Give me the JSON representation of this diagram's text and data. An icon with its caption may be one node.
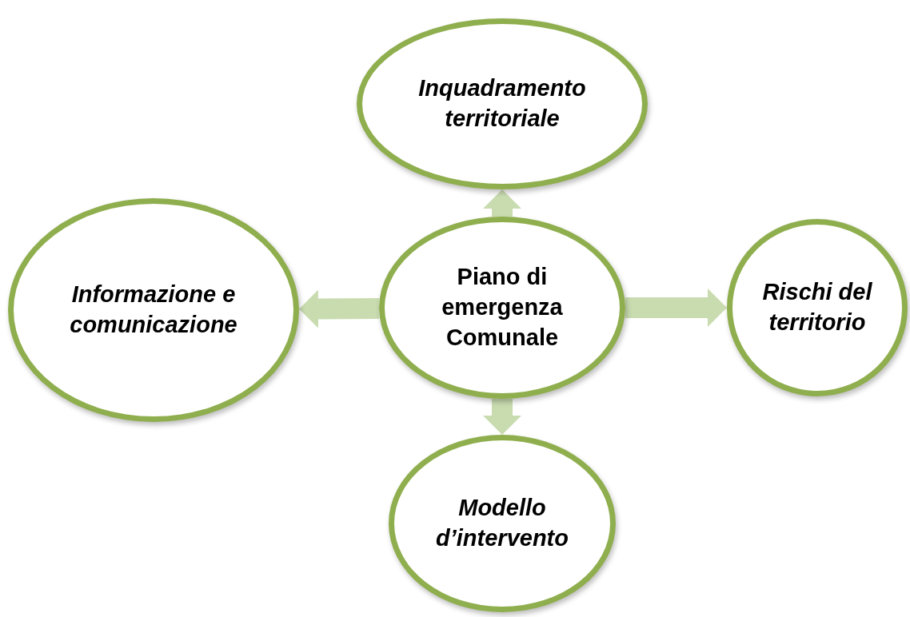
{
  "diagram": {
    "nodes": [
      {
        "text": [
          "Inquadramento territoriale"
        ]
      },
      {
        "text": [
          "Informazione e comunicazione"
        ]
      },
      {
        "text": [
          "Piano di emergenza Comunale"
        ]
      },
      {
        "text": [
          "Rischi del territorio"
        ]
      },
      {
        "text": [
          "Modello d’intervento"
        ]
      }
    ],
    "edges": [
      {
        "from": 2,
        "to": 0,
        "arrow": "to"
      },
      {
        "from": 2,
        "to": 1,
        "arrow": "to"
      },
      {
        "from": 2,
        "to": 3,
        "arrow": "to"
      },
      {
        "from": 2,
        "to": 4,
        "arrow": "to"
      }
    ]
  }
}
